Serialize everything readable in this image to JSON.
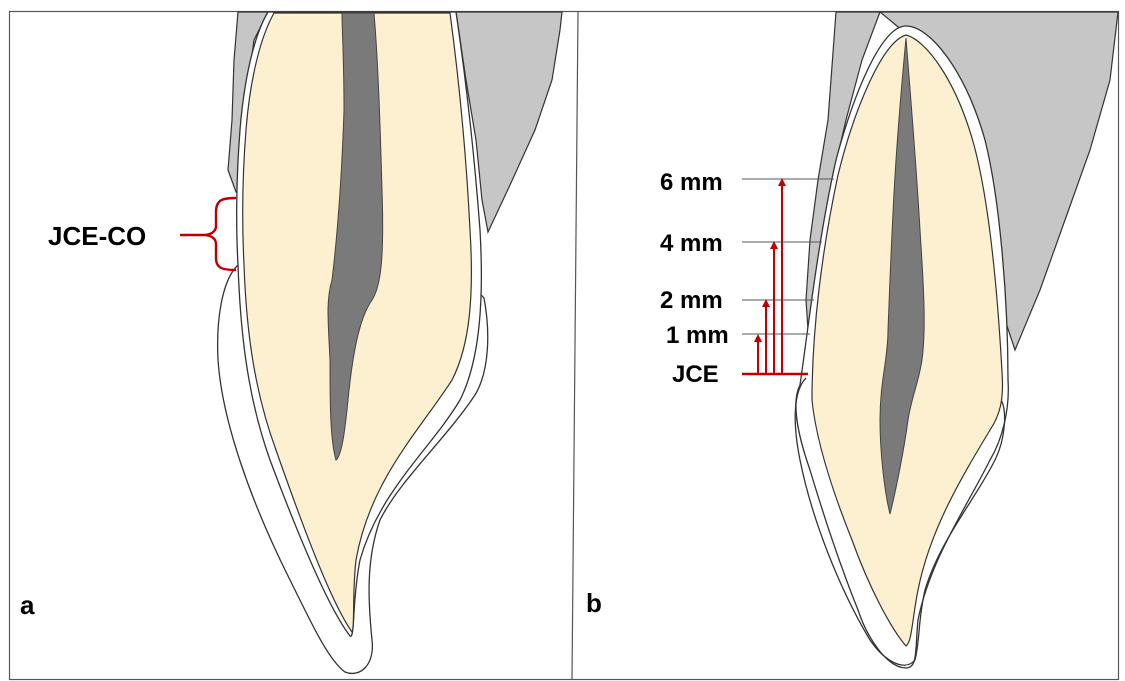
{
  "panels": [
    {
      "letter": "a",
      "annotation": "JCE-CO"
    },
    {
      "letter": "b",
      "cej_label": "JCE",
      "depth_labels": [
        "6 mm",
        "4 mm",
        "2 mm",
        "1 mm"
      ]
    }
  ],
  "colors": {
    "dentin": "#fdf0d0",
    "pulp": "#7a7a7a",
    "bone": "#c6c6c6",
    "outline": "#333333",
    "annotation": "#c00000",
    "frame": "#555555"
  }
}
